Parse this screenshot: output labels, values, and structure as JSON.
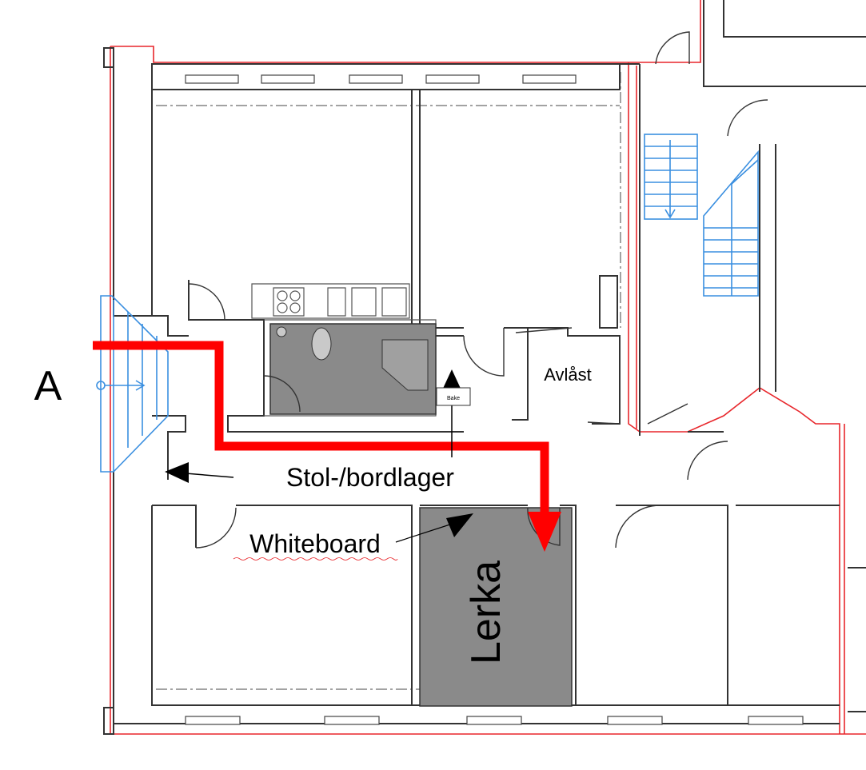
{
  "labels": {
    "entrance": "A",
    "locked": "Avlåst",
    "storage": "Stol-/bordlager",
    "whiteboard": "Whiteboard",
    "room": "Lerka",
    "small_sign": "Bake"
  },
  "colors": {
    "route": "#e8262b",
    "highlight_room": "#8a8a8a",
    "stairs": "#3a8fe0",
    "walls": "#333333"
  },
  "icons": [
    "entrance-arrow",
    "route-arrow",
    "pointer-arrow"
  ]
}
